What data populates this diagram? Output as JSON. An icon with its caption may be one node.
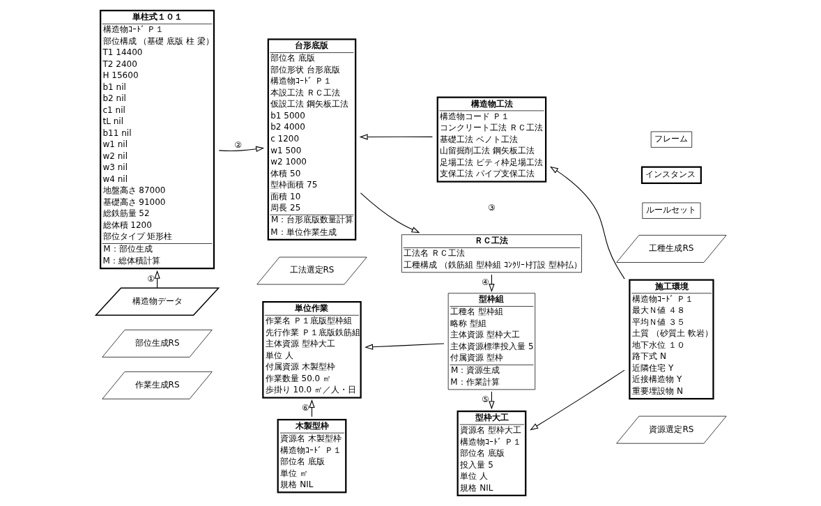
{
  "diagram": {
    "nodes": [
      {
        "text": [
          "単柱式１０１",
          "構造物ｺｰﾄﾞ Ｐ１",
          "部位構成 （基礎 底版 柱 梁）",
          "T1 14400",
          "T2 2400",
          "H 15600",
          "b1 nil",
          "b2 nil",
          "c1 nil",
          "tL nil",
          "b11 nil",
          "w1 nil",
          "w2 nil",
          "w3 nil",
          "w4 nil",
          "地盤高さ 87000",
          "基礎高さ 91000",
          "総鉄筋量 52",
          "総体積 1200",
          "部位タイプ 矩形柱",
          "M：部位生成",
          "M：総体積計算"
        ]
      },
      {
        "text": [
          "台形底版",
          "部位名 底版",
          "部位形状 台形底版",
          "構造物ｺｰﾄﾞ Ｐ１",
          "本設工法 ＲＣ工法",
          "仮設工法 鋼矢板工法",
          "b1 5000",
          "b2 4000",
          "c 1200",
          "w1 500",
          "w2 1000",
          "体積 50",
          "型枠面積 75",
          "面積 10",
          "周長 25",
          "M：台形底版数量計算",
          "M：単位作業生成"
        ]
      },
      {
        "text": [
          "構造物工法",
          "構造物コード Ｐ１",
          "コンクリート工法 ＲＣ工法",
          "基礎工法 ベノト工法",
          "山留掘削工法 鋼矢板工法",
          "足場工法 ビティ枠足場工法",
          "支保工法 パイプ支保工法"
        ]
      },
      {
        "text": [
          "ＲＣ工法",
          "工法名 ＲＣ工法",
          "工種構成 （鉄筋組 型枠組 ｺﾝｸﾘｰﾄ打設 型枠払）"
        ]
      },
      {
        "text": [
          "型枠組",
          "工種名 型枠組",
          "略称 型組",
          "主体資源 型枠大工",
          "主体資源標準投入量 5",
          "付属資源 型枠",
          "M：資源生成",
          "M：作業計算"
        ]
      },
      {
        "text": [
          "施工環境",
          "構造物ｺｰﾄﾞ Ｐ１",
          "最大Ｎ値 ４８",
          "平均Ｎ値 ３５",
          "土質 （砂質土 軟岩）",
          "地下水位 １０",
          "路下式 N",
          "近隣住宅 Y",
          "近接構造物 Y",
          "重要埋設物 N"
        ]
      },
      {
        "text": [
          "単位作業",
          "作業名 Ｐ１底版型枠組",
          "先行作業 Ｐ１底版鉄筋組",
          "主体資源 型枠大工",
          "単位 人",
          "付属資源 木製型枠",
          "作業数量 50.0 ㎡",
          "歩掛り 10.0 ㎡／人・日"
        ]
      },
      {
        "text": [
          "木製型枠",
          "資源名 木製型枠",
          "構造物ｺｰﾄﾞ Ｐ１",
          "部位名 底版",
          "単位 ㎡",
          "規格 NIL"
        ]
      },
      {
        "text": [
          "型枠大工",
          "資源名 型枠大工",
          "構造物ｺｰﾄﾞ Ｐ１",
          "部位名 底版",
          "投入量 5",
          "単位 人",
          "規格 NIL"
        ]
      },
      {
        "text": [
          "構造物データ"
        ]
      },
      {
        "text": [
          "部位生成RS"
        ]
      },
      {
        "text": [
          "工法選定RS"
        ]
      },
      {
        "text": [
          "工種生成RS"
        ]
      },
      {
        "text": [
          "作業生成RS"
        ]
      },
      {
        "text": [
          "資源選定RS"
        ]
      }
    ],
    "edges": [
      {
        "from": 9,
        "to": 0,
        "arrow": "to",
        "label": "①"
      },
      {
        "from": 0,
        "to": 1,
        "arrow": "to",
        "label": "②"
      },
      {
        "from": 2,
        "to": 1,
        "arrow": "to"
      },
      {
        "from": 1,
        "to": 3,
        "arrow": "to"
      },
      {
        "from": 3,
        "to": 4,
        "arrow": "to",
        "label": "④"
      },
      {
        "from": 5,
        "to": 2,
        "arrow": "to"
      },
      {
        "from": 4,
        "to": 6,
        "arrow": "to"
      },
      {
        "from": 4,
        "to": 8,
        "arrow": "to",
        "label": "⑤"
      },
      {
        "from": 5,
        "to": 8,
        "arrow": "to"
      },
      {
        "from": 7,
        "to": 6,
        "arrow": "to",
        "label": "⑥"
      }
    ],
    "labels": [
      "③"
    ],
    "legend": [
      {
        "text": "フレーム"
      },
      {
        "text": "インスタンス"
      },
      {
        "text": "ルールセット"
      }
    ]
  }
}
